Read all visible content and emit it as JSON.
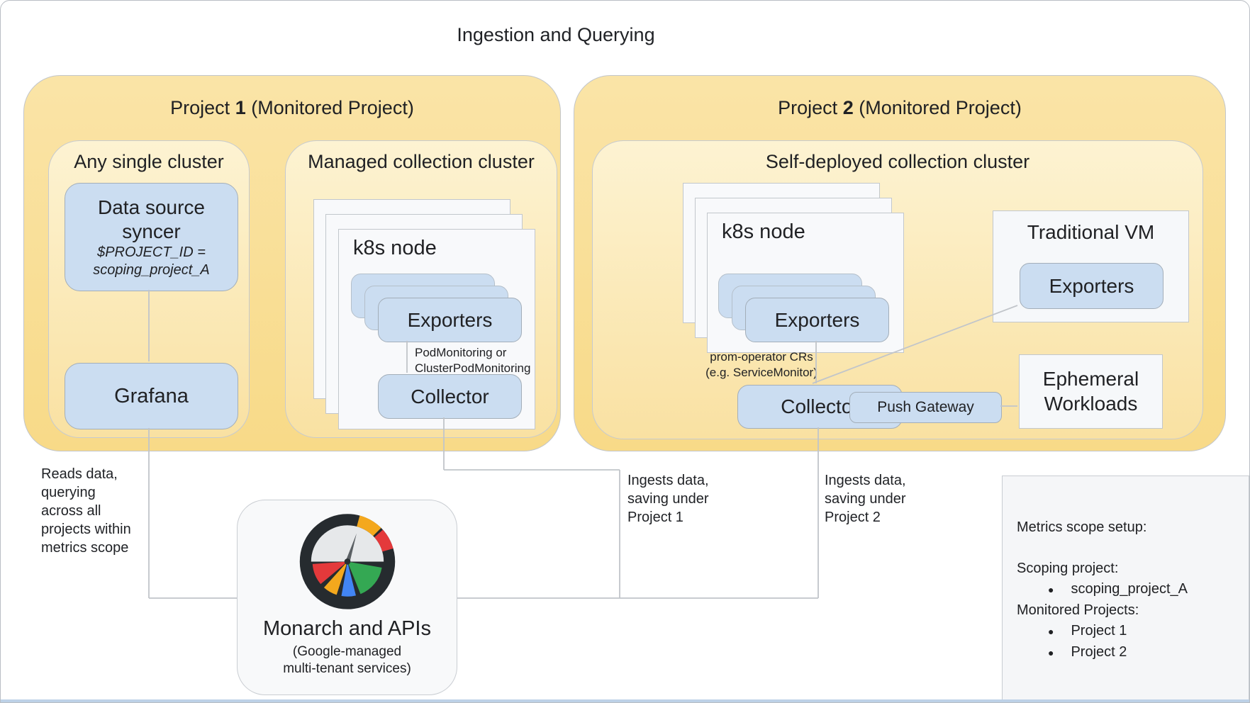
{
  "title": "Ingestion and Querying",
  "colors": {
    "container_gold": "#F8DA88",
    "cluster_fill": "#FBE9B4",
    "node_blue": "#CBDDF1",
    "card_white": "#F8F9FB",
    "line_gray": "#C1C5CA",
    "gauge_red": "#E4393B",
    "gauge_yellow": "#F4A81D",
    "gauge_blue": "#4285F4",
    "gauge_green": "#34A853"
  },
  "project1": {
    "label_prefix": "Project ",
    "label_number": "1",
    "label_suffix": " (Monitored Project)",
    "any_single_cluster": {
      "label": "Any single cluster",
      "data_source_syncer": {
        "line1": "Data source",
        "line2": "syncer",
        "var_line1": "$PROJECT_ID =",
        "var_line2": "scoping_project_A"
      },
      "grafana": "Grafana"
    },
    "managed_cluster": {
      "label": "Managed collection cluster",
      "k8s_node": "k8s node",
      "exporters": "Exporters",
      "monitoring_note_line1": "PodMonitoring or",
      "monitoring_note_line2": "ClusterPodMonitoring",
      "collector": "Collector"
    }
  },
  "project2": {
    "label_prefix": "Project ",
    "label_number": "2",
    "label_suffix": " (Monitored Project)",
    "self_deployed_cluster": {
      "label": "Self-deployed collection cluster",
      "k8s_node": "k8s node",
      "exporters": "Exporters",
      "monitoring_note_line1": "prom-operator CRs",
      "monitoring_note_line2": "(e.g. ServiceMonitor)",
      "collector": "Collector",
      "push_gateway": "Push Gateway",
      "traditional_vm": {
        "label": "Traditional VM",
        "exporters": "Exporters"
      },
      "ephemeral_line1": "Ephemeral",
      "ephemeral_line2": "Workloads"
    }
  },
  "monarch": {
    "title": "Monarch and APIs",
    "subtitle_line1": "(Google-managed",
    "subtitle_line2": "multi-tenant services)"
  },
  "annotations": {
    "reads": [
      "Reads data,",
      "querying",
      "across all",
      "projects within",
      "metrics scope"
    ],
    "ingest1": [
      "Ingests data,",
      "saving under",
      "Project 1"
    ],
    "ingest2": [
      "Ingests data,",
      "saving under",
      "Project 2"
    ]
  },
  "metrics_scope": {
    "title": "Metrics scope setup:",
    "scoping_label": "Scoping project:",
    "scoping_value": "scoping_project_A",
    "monitored_label": "Monitored Projects:",
    "monitored_values": [
      "Project 1",
      "Project 2"
    ]
  }
}
